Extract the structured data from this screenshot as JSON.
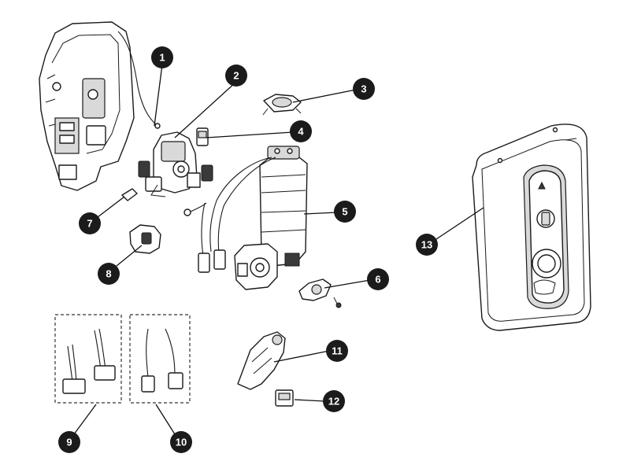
{
  "diagram": {
    "callouts": [
      {
        "id": "1",
        "label": "1"
      },
      {
        "id": "2",
        "label": "2"
      },
      {
        "id": "3",
        "label": "3"
      },
      {
        "id": "4",
        "label": "4"
      },
      {
        "id": "5",
        "label": "5"
      },
      {
        "id": "6",
        "label": "6"
      },
      {
        "id": "7",
        "label": "7"
      },
      {
        "id": "8",
        "label": "8"
      },
      {
        "id": "9",
        "label": "9"
      },
      {
        "id": "10",
        "label": "10"
      },
      {
        "id": "11",
        "label": "11"
      },
      {
        "id": "12",
        "label": "12"
      },
      {
        "id": "13",
        "label": "13"
      }
    ]
  },
  "colors": {
    "line": "#1a1a1a",
    "callout_fill": "#1b1b1b",
    "callout_text": "#ffffff",
    "background": "#ffffff"
  }
}
